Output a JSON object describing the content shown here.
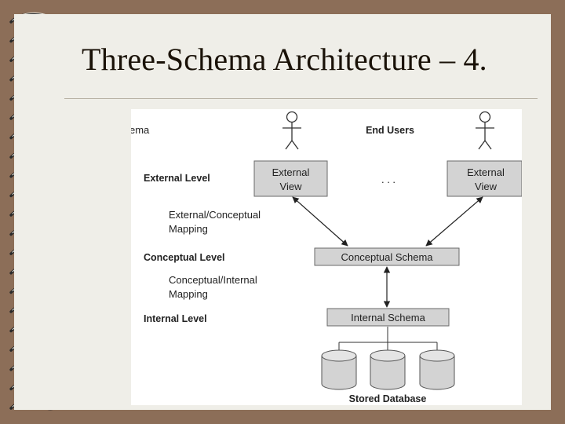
{
  "slide": {
    "title": "Three-Schema Architecture – 4."
  },
  "diagram": {
    "partial_caption": "ema",
    "end_users": "End Users",
    "levels": {
      "external": "External Level",
      "conceptual": "Conceptual Level",
      "internal": "Internal Level"
    },
    "mappings": {
      "ext_con_line1": "External/Conceptual",
      "ext_con_line2": "Mapping",
      "con_int_line1": "Conceptual/Internal",
      "con_int_line2": "Mapping"
    },
    "views": {
      "left_line1": "External",
      "left_line2": "View",
      "right_line1": "External",
      "right_line2": "View"
    },
    "ellipsis": ". . .",
    "conceptual_schema": "Conceptual Schema",
    "internal_schema": "Internal Schema",
    "stored_database": "Stored Database",
    "colors": {
      "box_fill": "#d3d3d3",
      "box_stroke": "#6a6a6a",
      "diagram_bg": "#ffffff",
      "slide_bg": "#efeee8",
      "frame": "#8c6e58"
    }
  }
}
